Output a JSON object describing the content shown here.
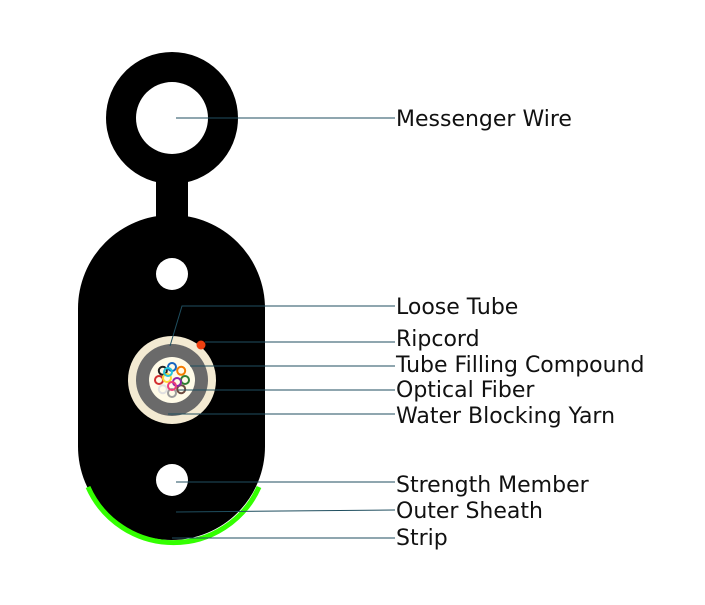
{
  "diagram": {
    "labels": {
      "messenger_wire": "Messenger Wire",
      "loose_tube": "Loose Tube",
      "ripcord": "Ripcord",
      "tube_filling_compound": "Tube Filling Compound",
      "optical_fiber": "Optical Fiber",
      "water_blocking_yarn": "Water Blocking Yarn",
      "strength_member": "Strength Member",
      "outer_sheath": "Outer Sheath",
      "strip": "Strip"
    },
    "colors": {
      "sheath": "#000000",
      "strip": "#33ff00",
      "ripcord": "#f04010",
      "leader_line": "#1f4e5f",
      "fiber_colors": [
        "#1565c0",
        "#f57c00",
        "#2e7d32",
        "#6d4c41",
        "#9e9e9e",
        "#e0e0e0",
        "#d32f2f",
        "#212121",
        "#fdd835",
        "#8e24aa",
        "#ec407a",
        "#26c6da"
      ]
    }
  }
}
